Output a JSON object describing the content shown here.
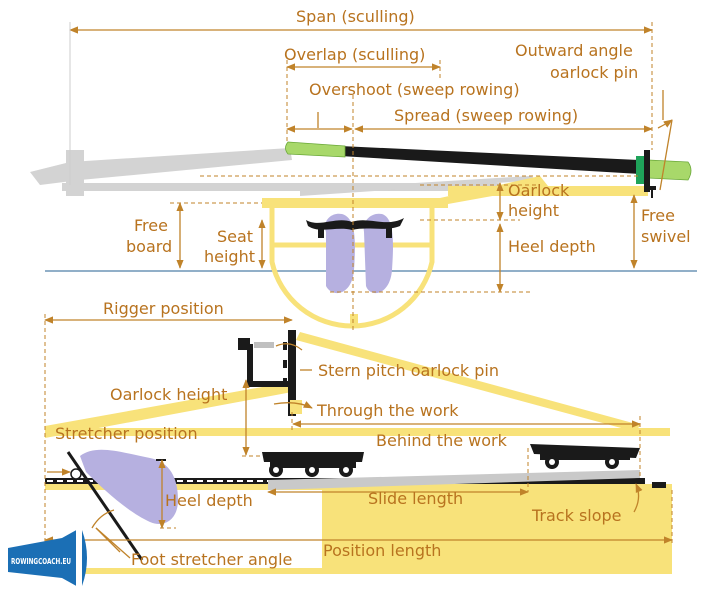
{
  "labels": {
    "span": "Span (sculling)",
    "overlap": "Overlap (sculling)",
    "overshoot": "Overshoot (sweep rowing)",
    "spread": "Spread (sweep rowing)",
    "outward_angle_1": "Outward angle",
    "outward_angle_2": "oarlock pin",
    "oarlock_height_top_1": "Oarlock",
    "oarlock_height_top_2": "height",
    "free_swivel_1": "Free",
    "free_swivel_2": "swivel",
    "free_board_1": "Free",
    "free_board_2": "board",
    "seat_height_1": "Seat",
    "seat_height_2": "height",
    "heel_depth_top": "Heel depth",
    "rigger_position": "Rigger position",
    "stern_pitch": "Stern pitch oarlock pin",
    "oarlock_height_side": "Oarlock height",
    "through_the_work": "Through the work",
    "stretcher_position": "Stretcher position",
    "behind_the_work": "Behind the work",
    "heel_depth_side": "Heel depth",
    "slide_length": "Slide length",
    "track_slope": "Track slope",
    "position_length": "Position length",
    "foot_stretcher_angle": "Foot stretcher angle"
  },
  "logo": {
    "text": "ROWINGCOACH.EU"
  },
  "colors": {
    "dimension": "#c0832a",
    "label": "#b8731f",
    "boat": "#f8e27a",
    "oar": "#1a1a1a",
    "sleeve": "#a8d86a",
    "foot": "#b6b0e0",
    "water": "#4f7fa8",
    "logo": "#1b6fb5"
  }
}
